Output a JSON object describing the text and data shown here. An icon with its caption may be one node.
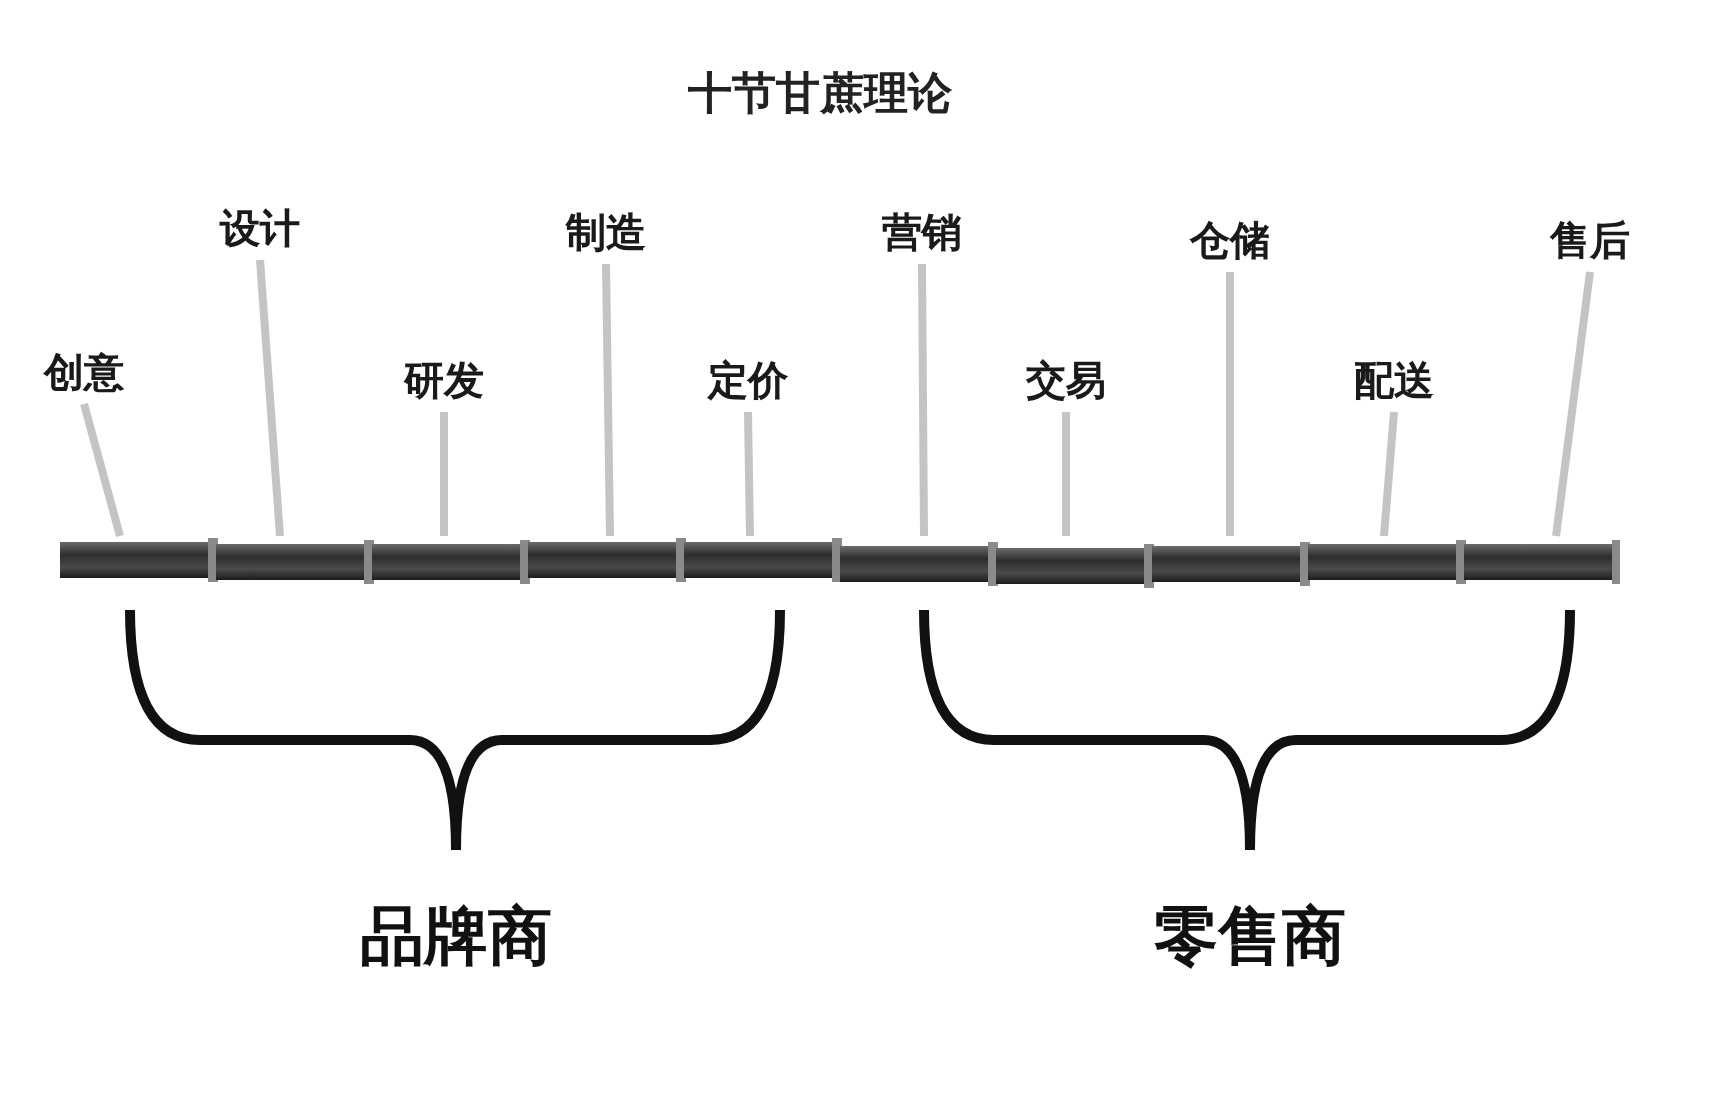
{
  "diagram": {
    "title": "十节甘蔗理论",
    "nodes": [
      {
        "text": [
          "创意"
        ]
      },
      {
        "text": [
          "设计"
        ]
      },
      {
        "text": [
          "研发"
        ]
      },
      {
        "text": [
          "制造"
        ]
      },
      {
        "text": [
          "定价"
        ]
      },
      {
        "text": [
          "营销"
        ]
      },
      {
        "text": [
          "交易"
        ]
      },
      {
        "text": [
          "仓储"
        ]
      },
      {
        "text": [
          "配送"
        ]
      },
      {
        "text": [
          "售后"
        ]
      },
      {
        "text": [],
        "shape": "bar"
      }
    ],
    "edges": [
      {
        "from": 0,
        "to": 10,
        "arrow": "none"
      },
      {
        "from": 1,
        "to": 10,
        "arrow": "none"
      },
      {
        "from": 2,
        "to": 10,
        "arrow": "none"
      },
      {
        "from": 3,
        "to": 10,
        "arrow": "none"
      },
      {
        "from": 4,
        "to": 10,
        "arrow": "none"
      },
      {
        "from": 5,
        "to": 10,
        "arrow": "none"
      },
      {
        "from": 6,
        "to": 10,
        "arrow": "none"
      },
      {
        "from": 7,
        "to": 10,
        "arrow": "none"
      },
      {
        "from": 8,
        "to": 10,
        "arrow": "none"
      },
      {
        "from": 9,
        "to": 10,
        "arrow": "none"
      }
    ],
    "labels": [
      "品牌商",
      "零售商"
    ]
  }
}
